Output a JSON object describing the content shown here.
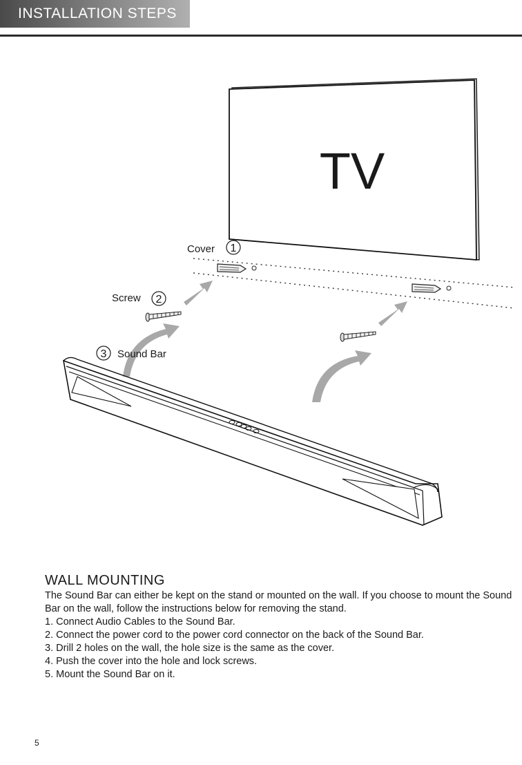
{
  "header": {
    "title": "INSTALLATION STEPS"
  },
  "diagram": {
    "tv_label": "TV",
    "cover_label": "Cover",
    "cover_number": "1",
    "screw_label": "Screw",
    "screw_number": "2",
    "soundbar_label": "Sound Bar",
    "soundbar_number": "3"
  },
  "section": {
    "title": "WALL MOUNTING",
    "intro": "The Sound Bar can either be kept on the stand or mounted on the wall. If you choose to mount the Sound Bar on the wall, follow the instructions below for removing the stand.",
    "steps": [
      "1. Connect Audio Cables to the Sound Bar.",
      "2. Connect the power cord to the power cord connector on the back of the Sound Bar.",
      "3. Drill 2 holes on the wall, the hole size is the same as the cover.",
      "4. Push the cover into the hole and lock screws.",
      "5. Mount the Sound Bar on it."
    ]
  },
  "footer": {
    "page_number": "5"
  }
}
